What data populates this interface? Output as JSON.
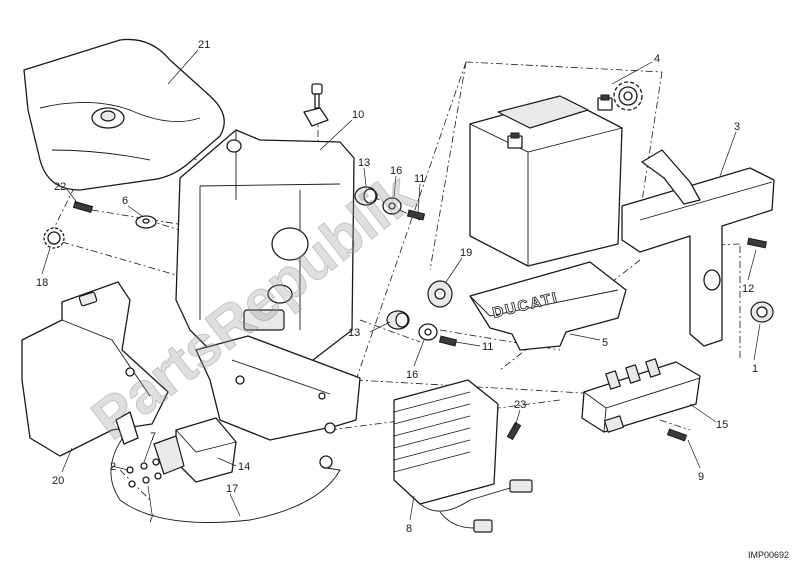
{
  "diagram": {
    "drawing_code": "IMP00692",
    "embossed_text": "DUCATI",
    "watermark": "PartsRepublik",
    "gear_icon": "gear-icon",
    "callouts": [
      {
        "id": "c21",
        "label": "21"
      },
      {
        "id": "c10",
        "label": "10"
      },
      {
        "id": "c4",
        "label": "4"
      },
      {
        "id": "c3",
        "label": "3"
      },
      {
        "id": "c22",
        "label": "22"
      },
      {
        "id": "c6",
        "label": "6"
      },
      {
        "id": "c13a",
        "label": "13"
      },
      {
        "id": "c16a",
        "label": "16"
      },
      {
        "id": "c11a",
        "label": "11"
      },
      {
        "id": "c19",
        "label": "19"
      },
      {
        "id": "c18",
        "label": "18"
      },
      {
        "id": "c12",
        "label": "12"
      },
      {
        "id": "c5",
        "label": "5"
      },
      {
        "id": "c13b",
        "label": "13"
      },
      {
        "id": "c16b",
        "label": "16"
      },
      {
        "id": "c11b",
        "label": "11"
      },
      {
        "id": "c1",
        "label": "1"
      },
      {
        "id": "c7a",
        "label": "7"
      },
      {
        "id": "c2",
        "label": "2"
      },
      {
        "id": "c7b",
        "label": "7"
      },
      {
        "id": "c14",
        "label": "14"
      },
      {
        "id": "c20",
        "label": "20"
      },
      {
        "id": "c17",
        "label": "17"
      },
      {
        "id": "c23",
        "label": "23"
      },
      {
        "id": "c8",
        "label": "8"
      },
      {
        "id": "c15",
        "label": "15"
      },
      {
        "id": "c9",
        "label": "9"
      }
    ]
  }
}
